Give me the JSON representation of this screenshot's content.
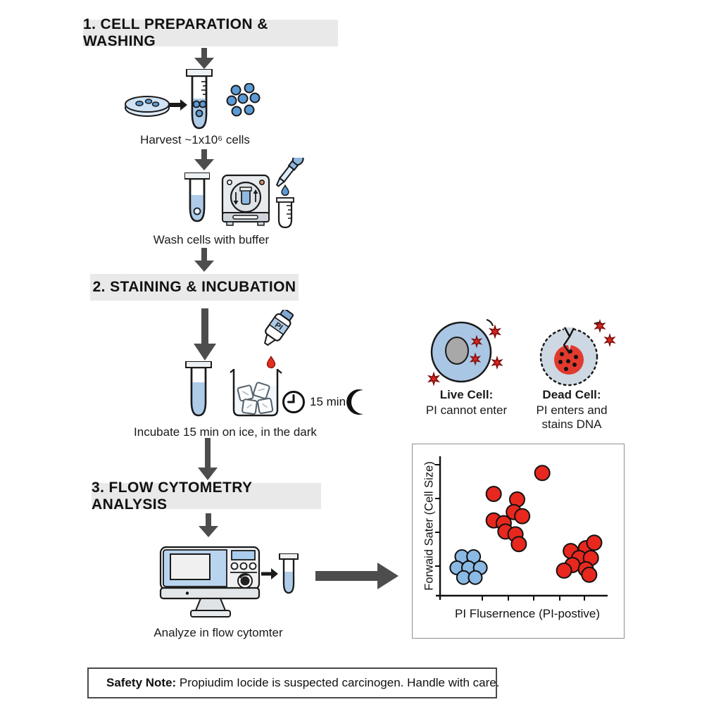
{
  "colors": {
    "background": "#ffffff",
    "header-bg": "#e9e9e9",
    "arrow": "#4d4d4d",
    "outline": "#1a1a1a",
    "blue-light": "#aecbe8",
    "blue-mid": "#5b9bd5",
    "blue-panel": "#b9d4ee",
    "red": "#d9251d",
    "scatter-blue": "#8ab9e4",
    "scatter-red": "#e8281e",
    "gray-fill": "#e8ebee",
    "dead-cell-fill": "#cdd8e2",
    "nucleus-gray": "#a8a8a8"
  },
  "sections": {
    "step1": {
      "title": "1. CELL PREPARATION & WASHING",
      "harvest_caption": "Harvest ~1x10⁶ cells",
      "wash_caption": "Wash cells with buffer"
    },
    "step2": {
      "title": "2. STAINING & INCUBATION",
      "incubate_caption": "Incubate 15 min on ice, in the dark",
      "timer_label": "15 min",
      "pi_bottle_label": "PI"
    },
    "step3": {
      "title": "3. FLOW CYTOMETRY ANALYSIS",
      "analyze_caption": "Analyze in flow cytomter"
    }
  },
  "cell_legend": {
    "live": {
      "title": "Live Cell:",
      "description": "PI cannot enter"
    },
    "dead": {
      "title": "Dead Cell:",
      "description_line1": "PI enters and",
      "description_line2": "stains DNA"
    }
  },
  "chart_data": {
    "type": "scatter",
    "title": "",
    "xlabel": "PI Flusernence (PI-postive)",
    "ylabel": "Forwaid Sater (Cell Size)",
    "xlim": [
      0,
      10
    ],
    "ylim": [
      0,
      10
    ],
    "grid": false,
    "legend_position": "none",
    "axis_ticks": {
      "x_count": 5,
      "y_count": 4,
      "tick_labels": "none"
    },
    "series": [
      {
        "name": "live-cells",
        "color": "#8ab9e4",
        "points": [
          [
            1.3,
            2.8
          ],
          [
            2.0,
            2.8
          ],
          [
            1.0,
            2.0
          ],
          [
            1.7,
            2.0
          ],
          [
            2.4,
            2.0
          ],
          [
            1.4,
            1.3
          ],
          [
            2.1,
            1.3
          ]
        ]
      },
      {
        "name": "dead-cells",
        "color": "#e8281e",
        "points": [
          [
            3.2,
            7.3
          ],
          [
            4.6,
            6.9
          ],
          [
            4.4,
            6.0
          ],
          [
            4.9,
            5.7
          ],
          [
            3.2,
            5.4
          ],
          [
            3.8,
            5.2
          ],
          [
            3.9,
            4.6
          ],
          [
            4.5,
            4.4
          ],
          [
            4.7,
            3.7
          ],
          [
            6.1,
            8.8
          ],
          [
            7.8,
            3.2
          ],
          [
            8.7,
            3.4
          ],
          [
            9.2,
            3.8
          ],
          [
            8.3,
            2.7
          ],
          [
            9.0,
            2.7
          ],
          [
            7.9,
            2.2
          ],
          [
            8.7,
            1.9
          ],
          [
            8.9,
            1.5
          ],
          [
            7.4,
            1.8
          ]
        ]
      }
    ]
  },
  "safety_note": {
    "prefix": "Safety Note:",
    "text": "Propiudim Iocide is suspected carcinogen. Handle with care."
  }
}
